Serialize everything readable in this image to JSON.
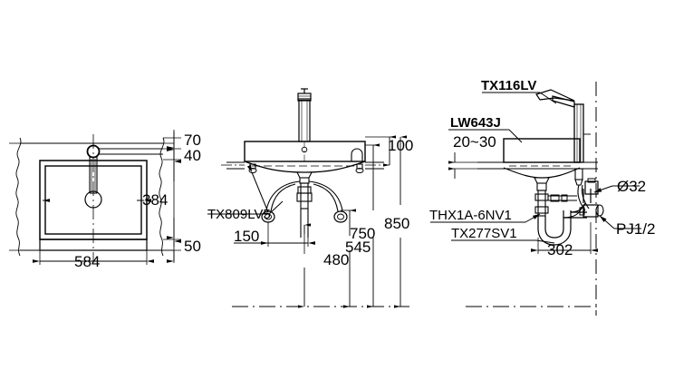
{
  "drawing": {
    "title": "TOTO Wall-Hung Lavatory Installation Drawing",
    "background_color": "#ffffff",
    "line_color": "#000000",
    "views": {
      "plan": {
        "name": "plan-view",
        "label": ""
      },
      "section_left": {
        "name": "section-front-view",
        "label": ""
      },
      "section_right": {
        "name": "section-side-view",
        "label": ""
      }
    }
  },
  "dimensions": {
    "plan_width": "584",
    "plan_depth": "384",
    "plan_top_a": "70",
    "plan_top_b": "40",
    "plan_bottom": "50",
    "deck_height": "100",
    "supply_spread": "150",
    "trap_height": "480",
    "supply_height": "545",
    "faucet_height": "750",
    "total_height": "850",
    "wall_offset": "302",
    "counter_thickness": "20~30",
    "drain_diameter": "Ø32",
    "supply_thread": "PJ1/2"
  },
  "part_labels": {
    "angle_stop": "TX809LV5",
    "faucet": "TX116LV",
    "basin": "LW643J",
    "drain": "THX1A-6NV1",
    "trap": "TX277SV1"
  }
}
